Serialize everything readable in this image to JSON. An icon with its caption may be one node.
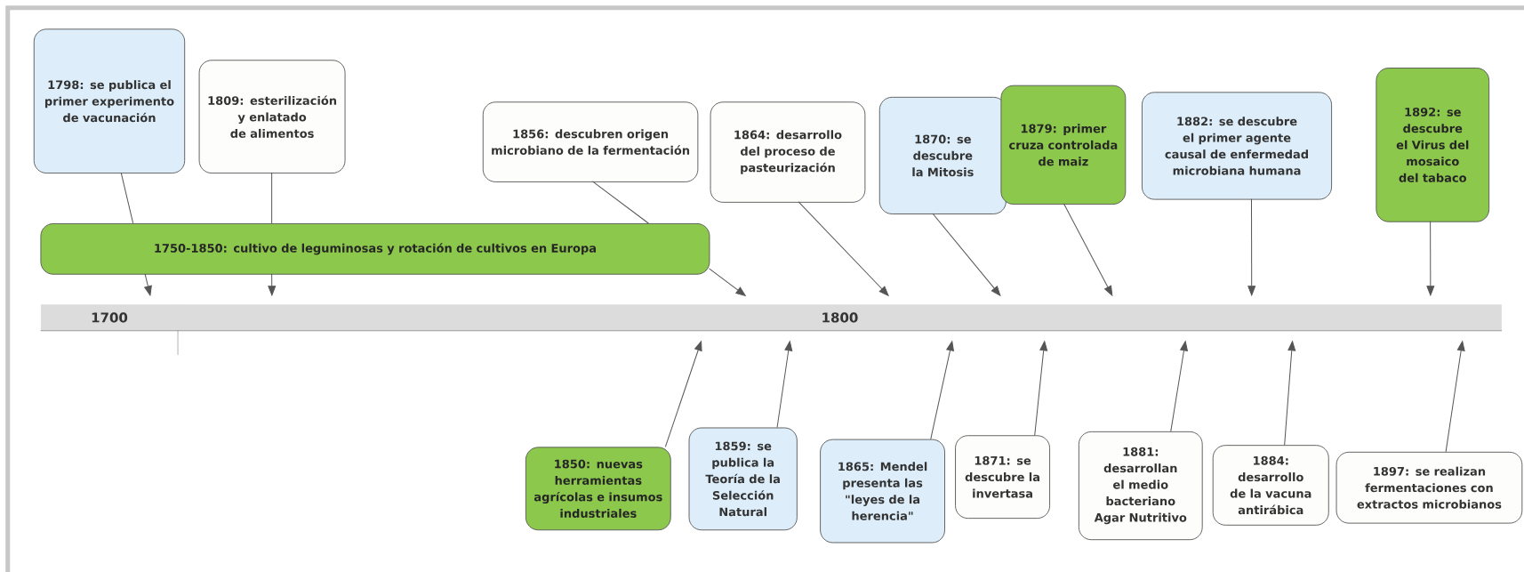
{
  "diagram": {
    "nodes": [
      {
        "text": [
          "1798: se publica el primer experimento de vacunación"
        ]
      },
      {
        "text": [
          "1809: esterilización y enlatado de alimentos"
        ]
      },
      {
        "text": [
          "1750-1850: cultivo de leguminosas y rotación de cultivos en Europa"
        ]
      },
      {
        "text": [
          "1856: descubren origen microbiano de la fermentación"
        ]
      },
      {
        "text": [
          "1864: desarrollo del proceso de pasteurización"
        ]
      },
      {
        "text": [
          "1870: se descubre la Mitosis"
        ]
      },
      {
        "text": [
          "1879: primer cruza controlada de maiz"
        ]
      },
      {
        "text": [
          "1882: se descubre el primer agente causal de enfermedad microbiana humana"
        ]
      },
      {
        "text": [
          "1892: se descubre el Virus del mosaico del tabaco"
        ]
      },
      {
        "text": [
          "1700"
        ]
      },
      {
        "text": [
          "1800"
        ]
      },
      {
        "text": [
          "1850: nuevas herramientas agrícolas e insumos industriales"
        ]
      },
      {
        "text": [
          "1859: se publica la Teoría de la Selección Natural"
        ]
      },
      {
        "text": [
          "1865: Mendel presenta las \"leyes de la herencia\""
        ]
      },
      {
        "text": [
          "1871: se descubre la invertasa"
        ]
      },
      {
        "text": [
          "1881: desarrollan el medio bacteriano Agar Nutritivo"
        ]
      },
      {
        "text": [
          "1884: desarrollo de la vacuna antirábica"
        ]
      },
      {
        "text": [
          "1897: se realizan fermentaciones con extractos microbianos"
        ]
      }
    ],
    "edges": [
      {
        "from": 0,
        "to": 2,
        "arrow": "none"
      },
      {
        "from": 2,
        "to": 9,
        "arrow": "to"
      },
      {
        "from": 1,
        "to": 2,
        "arrow": "none"
      },
      {
        "from": 2,
        "to": 10,
        "arrow": "to"
      },
      {
        "from": 3,
        "to": 2,
        "arrow": "none"
      },
      {
        "from": 2,
        "to": 10,
        "arrow": "to"
      },
      {
        "from": 4,
        "to": 10,
        "arrow": "to"
      },
      {
        "from": 5,
        "to": 10,
        "arrow": "to"
      },
      {
        "from": 6,
        "to": 10,
        "arrow": "to"
      },
      {
        "from": 7,
        "to": 10,
        "arrow": "to"
      },
      {
        "from": 8,
        "to": 10,
        "arrow": "to"
      },
      {
        "from": 11,
        "to": 10,
        "arrow": "to"
      },
      {
        "from": 12,
        "to": 10,
        "arrow": "to"
      },
      {
        "from": 13,
        "to": 10,
        "arrow": "to"
      },
      {
        "from": 14,
        "to": 10,
        "arrow": "to"
      },
      {
        "from": 15,
        "to": 10,
        "arrow": "to"
      },
      {
        "from": 16,
        "to": 10,
        "arrow": "to"
      },
      {
        "from": 17,
        "to": 10,
        "arrow": "to"
      }
    ]
  }
}
